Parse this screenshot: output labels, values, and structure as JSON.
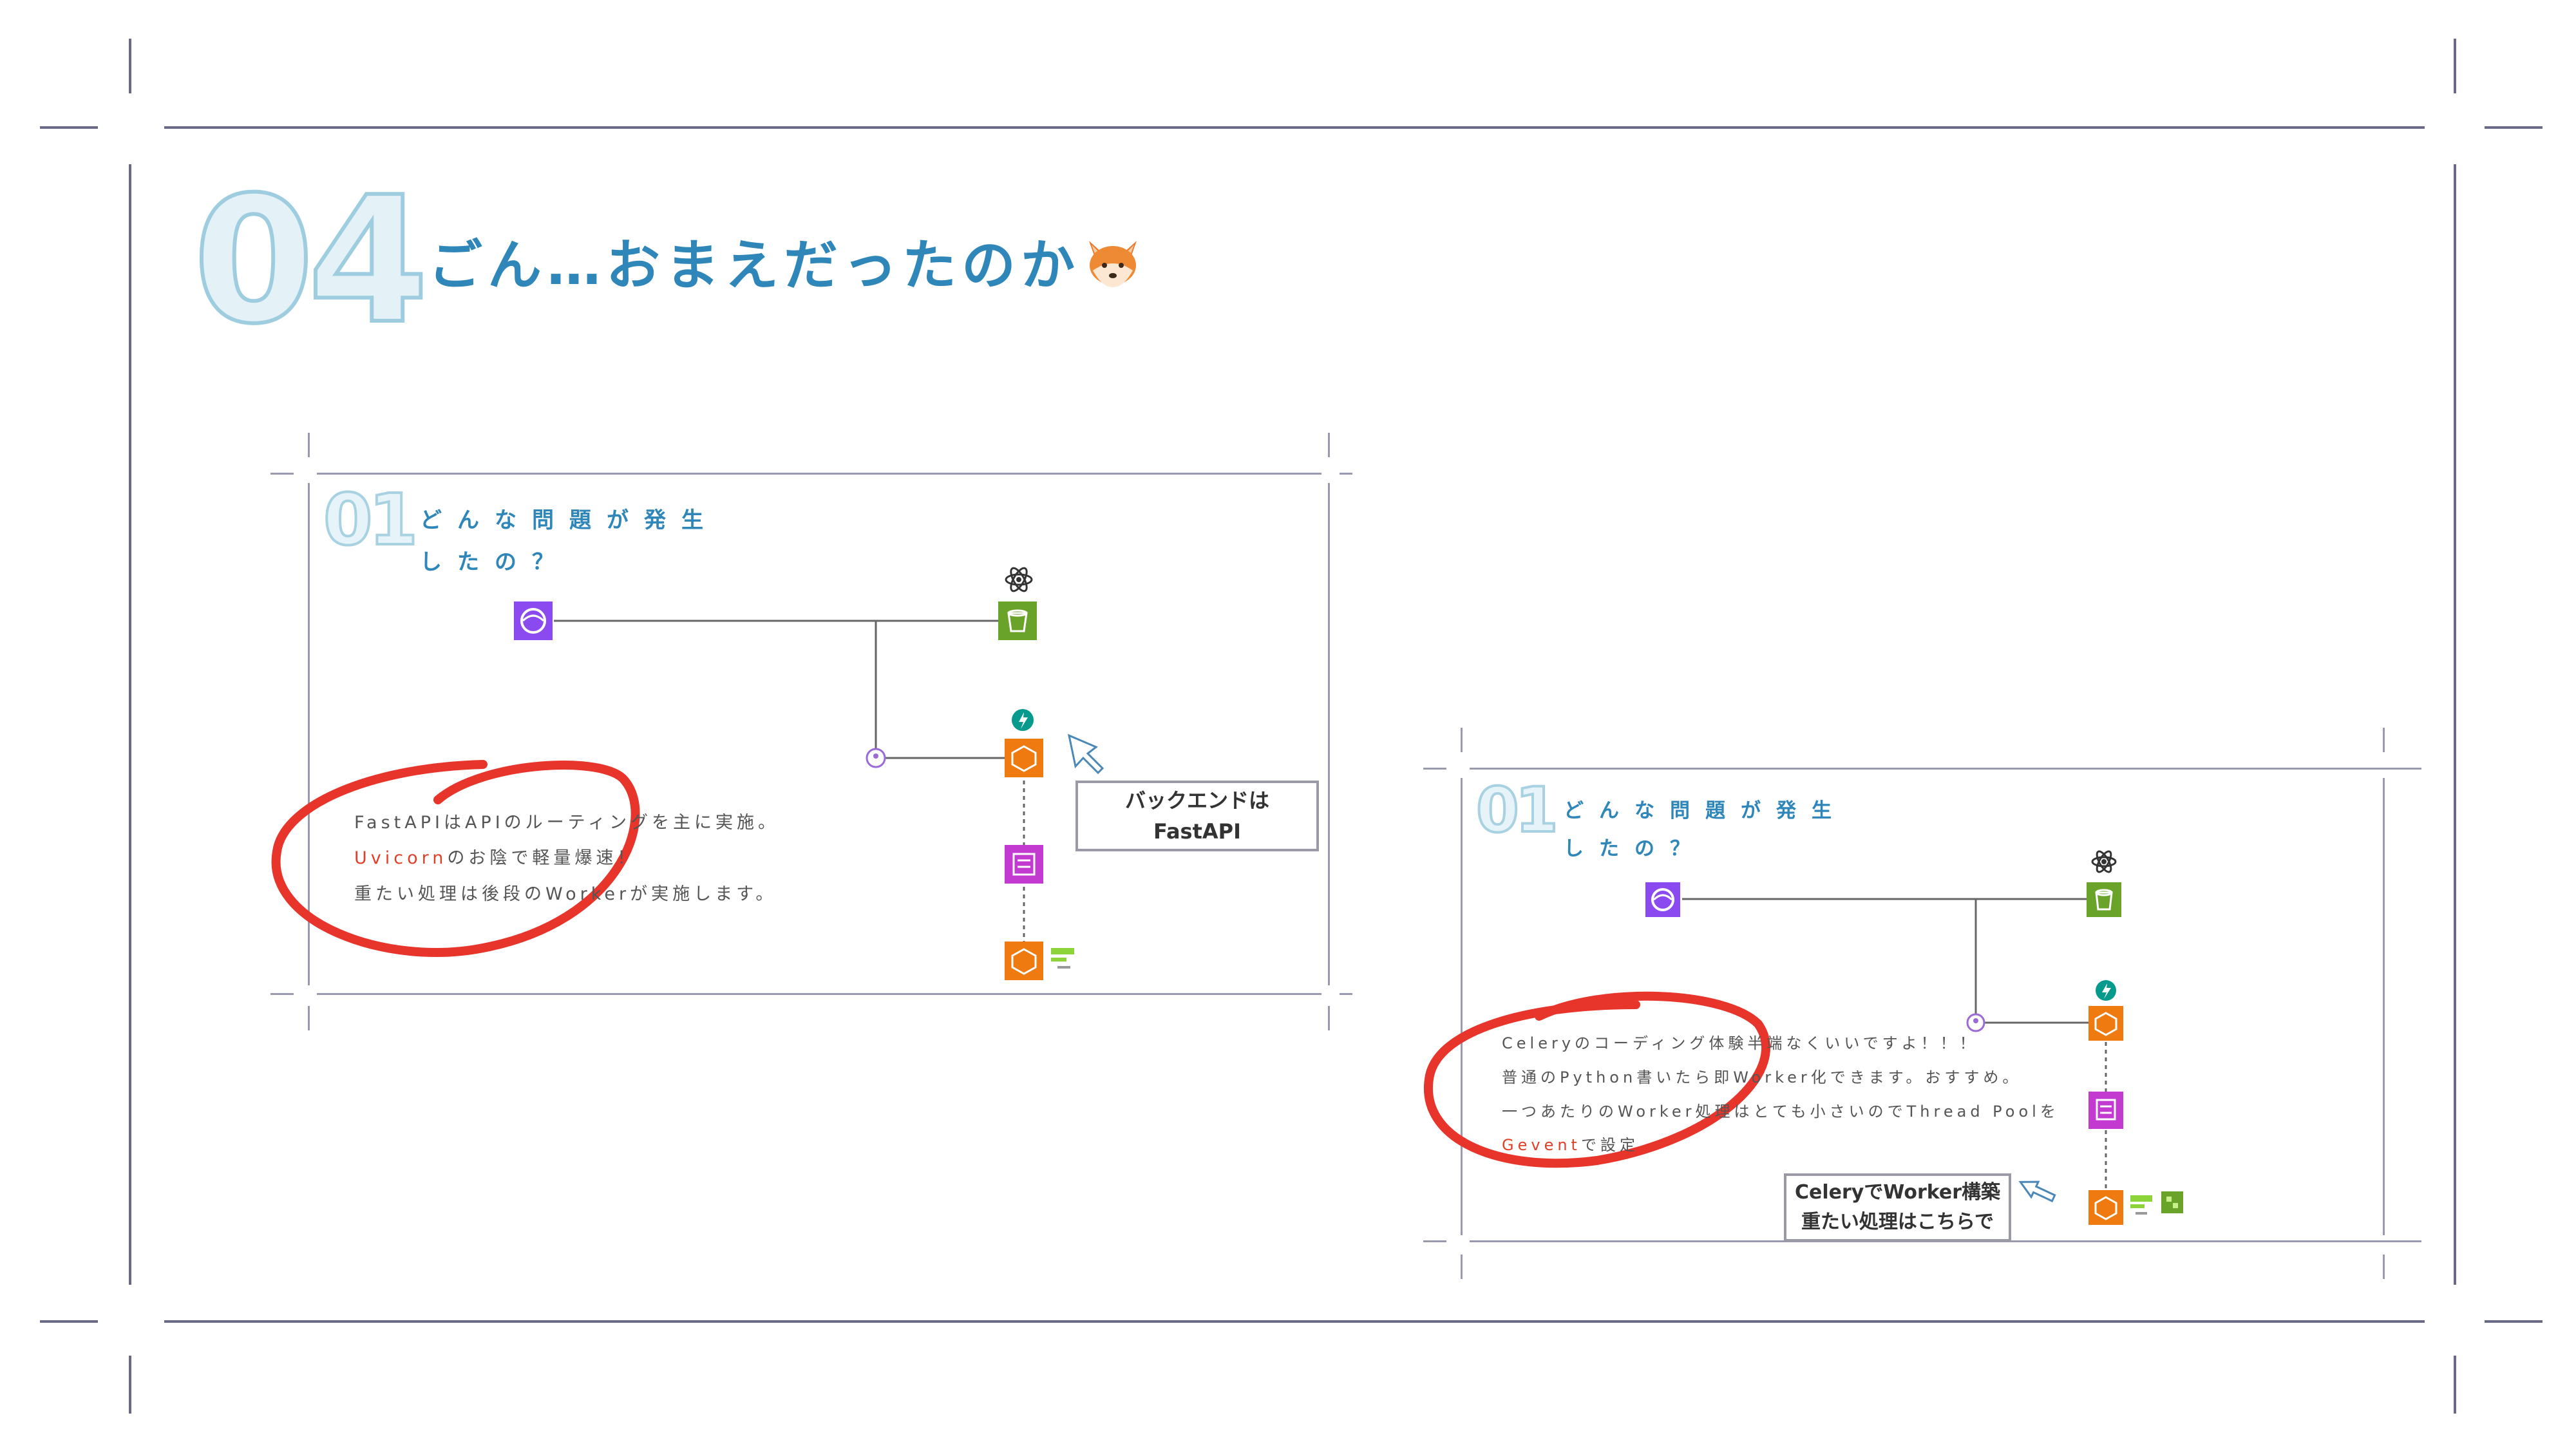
{
  "header": {
    "number": "04",
    "title": "ごん…おまえだったのか"
  },
  "slide_left": {
    "number": "01",
    "title_line1": "どんな問題が発生",
    "title_line2": "したの？",
    "text_line1": "FastAPIはAPIのルーティングを主に実施。",
    "text_line2_highlight": "Uvicorn",
    "text_line2_rest": "のお陰で軽量爆速！",
    "text_line3": "重たい処理は後段のWorkerが実施します。",
    "callout_line1": "バックエンドは",
    "callout_line2": "FastAPI"
  },
  "slide_right": {
    "number": "01",
    "title_line1": "どんな問題が発生",
    "title_line2": "したの？",
    "text_line1": "Celeryのコーディング体験半端なくいいですよ！！！",
    "text_line2": "普通のPython書いたら即Worker化できます。おすすめ。",
    "text_line3": "一つあたりのWorker処理はとても小さいのでThread Poolを",
    "text_line4_highlight": "Gevent",
    "text_line4_rest": "で設定",
    "callout_line1": "CeleryでWorker構築",
    "callout_line2": "重たい処理はこちらで"
  },
  "colors": {
    "frame": "#6a6a86",
    "title_blue": "#2f86b8",
    "highlight_red": "#e0402a",
    "annotation_red": "#e8352b",
    "icon_purple": "#8a4af0",
    "icon_green": "#6aa32a",
    "icon_orange": "#ee7a10",
    "icon_magenta": "#c23ad0"
  },
  "icons": [
    "fox-emoji",
    "react-icon",
    "fastapi-icon",
    "celery-icon",
    "cloudfront-icon",
    "s3-bucket-icon",
    "ec2-icon",
    "sqs-icon",
    "load-balancer-icon",
    "cursor-arrow-icon"
  ]
}
